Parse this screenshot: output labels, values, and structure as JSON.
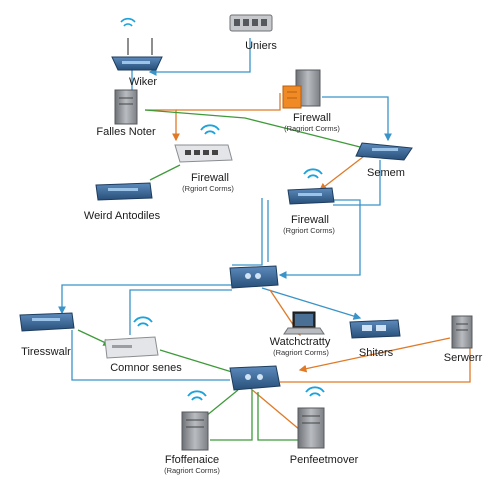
{
  "colors": {
    "blue_link": "#3a93c9",
    "orange_link": "#e07a27",
    "green_link": "#3f9a3a",
    "router_blue": "#2f5d8c",
    "wifi_blue": "#1aa3dc",
    "server_gray": "#8a8d91",
    "firewall_orange": "#f08a24"
  },
  "labels": {
    "uniers": "Uniers",
    "wiker": "Wiker",
    "falles_noter": "Falles Noter",
    "firewall_top": "Firewall",
    "firewall_top_sub": "(Ragriort Corms)",
    "semem": "Semem",
    "firewall_left": "Firewall",
    "firewall_left_sub": "(Rgriort Corms)",
    "weird_antodiles": "Weird Antodiles",
    "firewall_mid": "Firewall",
    "firewall_mid_sub": "(Rgriort Corms)",
    "tiresswalr": "Tiresswalr",
    "comnor_senes": "Comnor senes",
    "watchctratty": "Watchctratty",
    "watchctratty_sub": "(Ragriort Corms)",
    "shiters": "Shiters",
    "serwerr": "Serwerr",
    "ffoffenaice": "Ffoffenaice",
    "ffoffenaice_sub": "(Ragriort Corms)",
    "penfeetmover": "Penfeetmover"
  }
}
